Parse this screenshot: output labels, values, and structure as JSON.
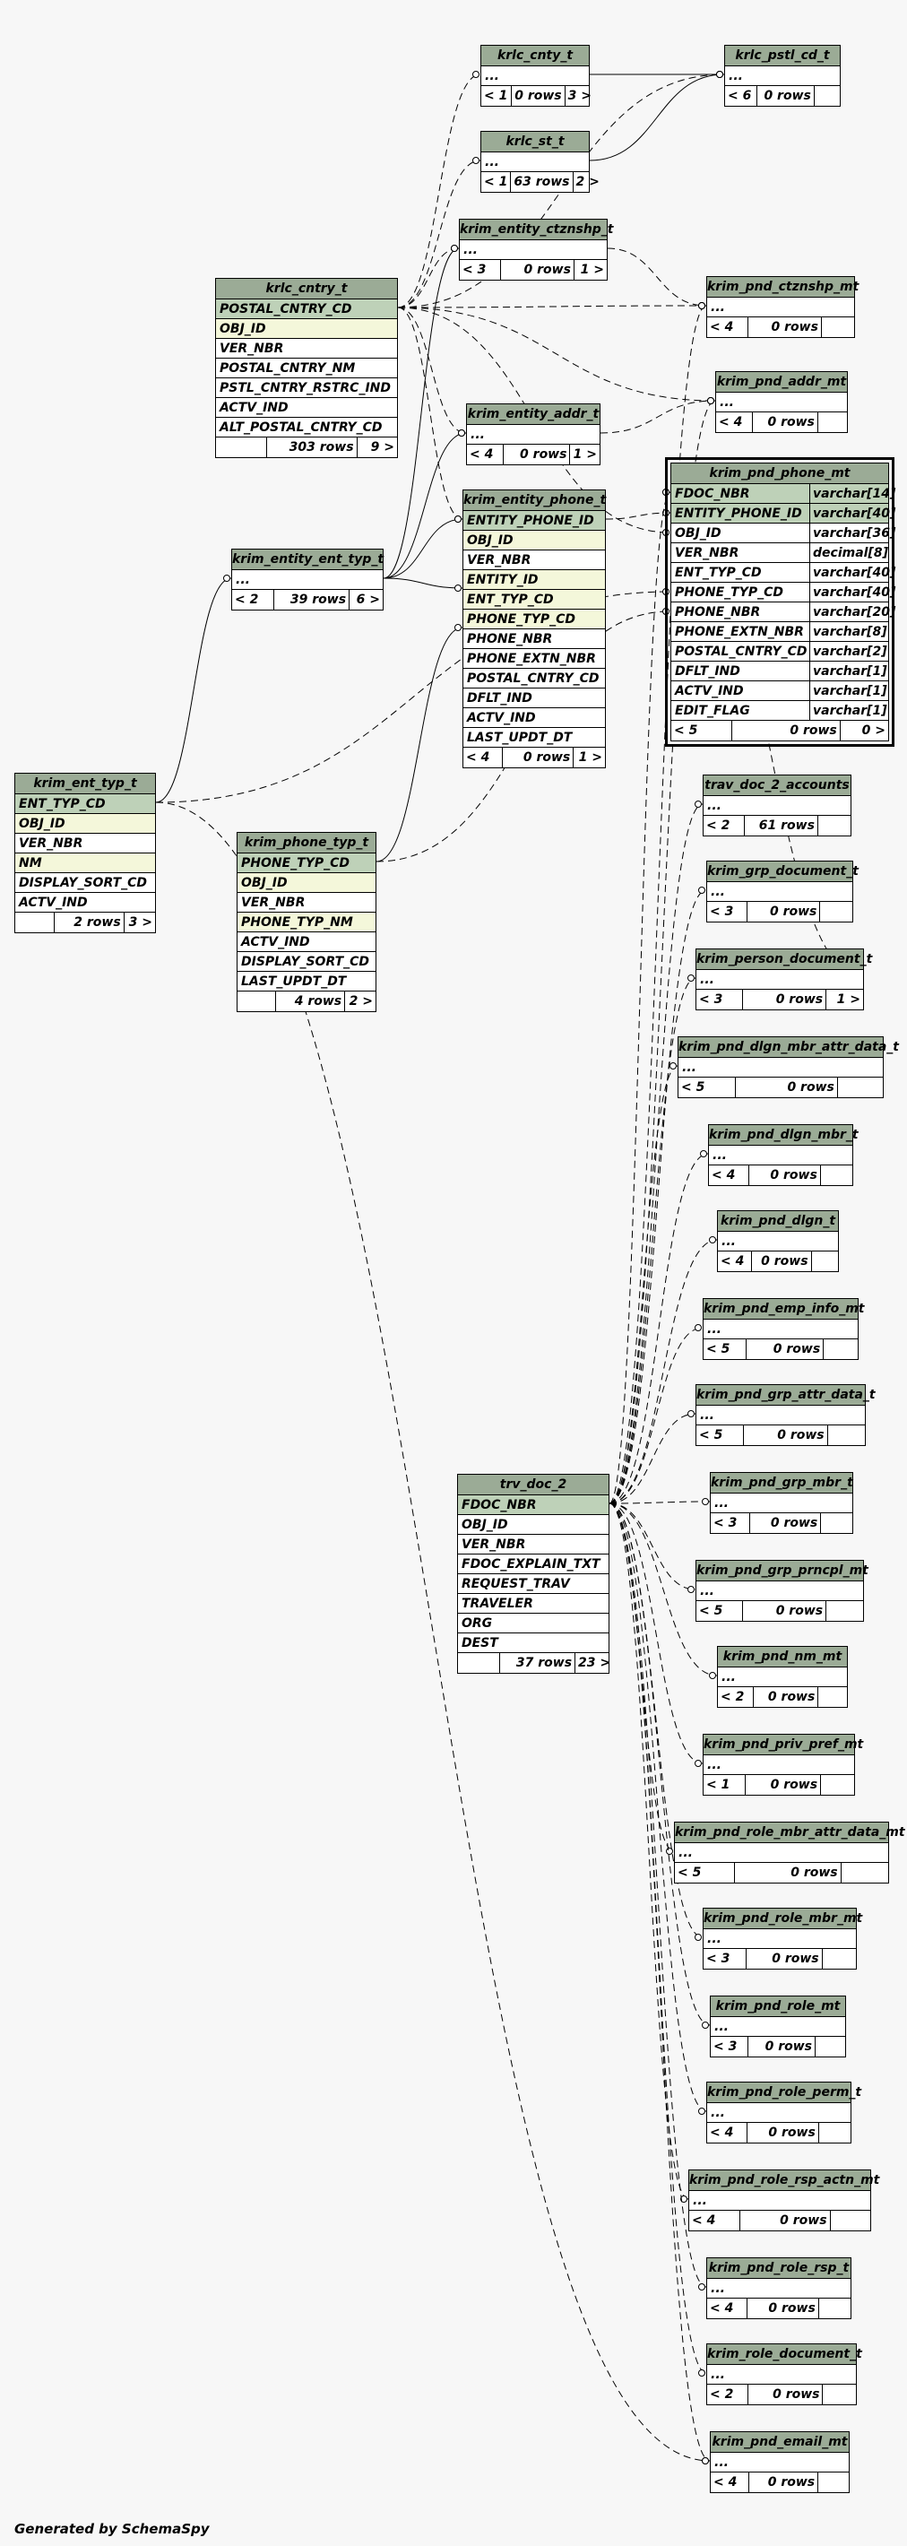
{
  "footer": "Generated by SchemaSpy",
  "tables": [
    {
      "id": "krlc_cnty_t",
      "name": "krlc_cnty_t",
      "columns": [
        {
          "name": "..."
        }
      ],
      "parents": "< 1",
      "rows": "0 rows",
      "children": "3 >"
    },
    {
      "id": "krlc_pstl_cd_t",
      "name": "krlc_pstl_cd_t",
      "columns": [
        {
          "name": "..."
        }
      ],
      "parents": "< 6",
      "rows": "0 rows",
      "children": ""
    },
    {
      "id": "krlc_st_t",
      "name": "krlc_st_t",
      "columns": [
        {
          "name": "..."
        }
      ],
      "parents": "< 1",
      "rows": "63 rows",
      "children": "2 >"
    },
    {
      "id": "krim_entity_ctznshp_t",
      "name": "krim_entity_ctznshp_t",
      "columns": [
        {
          "name": "..."
        }
      ],
      "parents": "< 3",
      "rows": "0 rows",
      "children": "1 >"
    },
    {
      "id": "krlc_cntry_t",
      "name": "krlc_cntry_t",
      "columns": [
        {
          "name": "POSTAL_CNTRY_CD",
          "key": "pk"
        },
        {
          "name": "OBJ_ID",
          "key": "fk"
        },
        {
          "name": "VER_NBR"
        },
        {
          "name": "POSTAL_CNTRY_NM"
        },
        {
          "name": "PSTL_CNTRY_RSTRC_IND"
        },
        {
          "name": "ACTV_IND"
        },
        {
          "name": "ALT_POSTAL_CNTRY_CD"
        }
      ],
      "parents": "",
      "rows": "303 rows",
      "children": "9 >"
    },
    {
      "id": "krim_pnd_ctznshp_mt",
      "name": "krim_pnd_ctznshp_mt",
      "columns": [
        {
          "name": "..."
        }
      ],
      "parents": "< 4",
      "rows": "0 rows",
      "children": ""
    },
    {
      "id": "krim_pnd_addr_mt",
      "name": "krim_pnd_addr_mt",
      "columns": [
        {
          "name": "..."
        }
      ],
      "parents": "< 4",
      "rows": "0 rows",
      "children": ""
    },
    {
      "id": "krim_entity_addr_t",
      "name": "krim_entity_addr_t",
      "columns": [
        {
          "name": "..."
        }
      ],
      "parents": "< 4",
      "rows": "0 rows",
      "children": "1 >"
    },
    {
      "id": "krim_pnd_phone_mt",
      "name": "krim_pnd_phone_mt",
      "columns": [
        {
          "name": "FDOC_NBR",
          "type": "varchar[14]",
          "key": "pk"
        },
        {
          "name": "ENTITY_PHONE_ID",
          "type": "varchar[40]",
          "key": "pk"
        },
        {
          "name": "OBJ_ID",
          "type": "varchar[36]"
        },
        {
          "name": "VER_NBR",
          "type": "decimal[8]"
        },
        {
          "name": "ENT_TYP_CD",
          "type": "varchar[40]"
        },
        {
          "name": "PHONE_TYP_CD",
          "type": "varchar[40]"
        },
        {
          "name": "PHONE_NBR",
          "type": "varchar[20]"
        },
        {
          "name": "PHONE_EXTN_NBR",
          "type": "varchar[8]"
        },
        {
          "name": "POSTAL_CNTRY_CD",
          "type": "varchar[2]"
        },
        {
          "name": "DFLT_IND",
          "type": "varchar[1]"
        },
        {
          "name": "ACTV_IND",
          "type": "varchar[1]"
        },
        {
          "name": "EDIT_FLAG",
          "type": "varchar[1]"
        }
      ],
      "parents": "< 5",
      "rows": "0 rows",
      "children": "0 >"
    },
    {
      "id": "krim_entity_phone_t",
      "name": "krim_entity_phone_t",
      "columns": [
        {
          "name": "ENTITY_PHONE_ID",
          "key": "pk"
        },
        {
          "name": "OBJ_ID",
          "key": "fk"
        },
        {
          "name": "VER_NBR"
        },
        {
          "name": "ENTITY_ID",
          "key": "fk"
        },
        {
          "name": "ENT_TYP_CD",
          "key": "fk"
        },
        {
          "name": "PHONE_TYP_CD",
          "key": "fk"
        },
        {
          "name": "PHONE_NBR"
        },
        {
          "name": "PHONE_EXTN_NBR"
        },
        {
          "name": "POSTAL_CNTRY_CD"
        },
        {
          "name": "DFLT_IND"
        },
        {
          "name": "ACTV_IND"
        },
        {
          "name": "LAST_UPDT_DT"
        }
      ],
      "parents": "< 4",
      "rows": "0 rows",
      "children": "1 >"
    },
    {
      "id": "krim_entity_ent_typ_t",
      "name": "krim_entity_ent_typ_t",
      "columns": [
        {
          "name": "..."
        }
      ],
      "parents": "< 2",
      "rows": "39 rows",
      "children": "6 >"
    },
    {
      "id": "krim_ent_typ_t",
      "name": "krim_ent_typ_t",
      "columns": [
        {
          "name": "ENT_TYP_CD",
          "key": "pk"
        },
        {
          "name": "OBJ_ID",
          "key": "fk"
        },
        {
          "name": "VER_NBR"
        },
        {
          "name": "NM",
          "key": "fk"
        },
        {
          "name": "DISPLAY_SORT_CD"
        },
        {
          "name": "ACTV_IND"
        }
      ],
      "parents": "",
      "rows": "2 rows",
      "children": "3 >"
    },
    {
      "id": "krim_phone_typ_t",
      "name": "krim_phone_typ_t",
      "columns": [
        {
          "name": "PHONE_TYP_CD",
          "key": "pk"
        },
        {
          "name": "OBJ_ID",
          "key": "fk"
        },
        {
          "name": "VER_NBR"
        },
        {
          "name": "PHONE_TYP_NM",
          "key": "fk"
        },
        {
          "name": "ACTV_IND"
        },
        {
          "name": "DISPLAY_SORT_CD"
        },
        {
          "name": "LAST_UPDT_DT"
        }
      ],
      "parents": "",
      "rows": "4 rows",
      "children": "2 >"
    },
    {
      "id": "trav_doc_2_accounts",
      "name": "trav_doc_2_accounts",
      "columns": [
        {
          "name": "..."
        }
      ],
      "parents": "< 2",
      "rows": "61 rows",
      "children": ""
    },
    {
      "id": "krim_grp_document_t",
      "name": "krim_grp_document_t",
      "columns": [
        {
          "name": "..."
        }
      ],
      "parents": "< 3",
      "rows": "0 rows",
      "children": ""
    },
    {
      "id": "krim_person_document_t",
      "name": "krim_person_document_t",
      "columns": [
        {
          "name": "..."
        }
      ],
      "parents": "< 3",
      "rows": "0 rows",
      "children": "1 >"
    },
    {
      "id": "krim_pnd_dlgn_mbr_attr_data_t",
      "name": "krim_pnd_dlgn_mbr_attr_data_t",
      "columns": [
        {
          "name": "..."
        }
      ],
      "parents": "< 5",
      "rows": "0 rows",
      "children": ""
    },
    {
      "id": "krim_pnd_dlgn_mbr_t",
      "name": "krim_pnd_dlgn_mbr_t",
      "columns": [
        {
          "name": "..."
        }
      ],
      "parents": "< 4",
      "rows": "0 rows",
      "children": ""
    },
    {
      "id": "krim_pnd_dlgn_t",
      "name": "krim_pnd_dlgn_t",
      "columns": [
        {
          "name": "..."
        }
      ],
      "parents": "< 4",
      "rows": "0 rows",
      "children": ""
    },
    {
      "id": "krim_pnd_emp_info_mt",
      "name": "krim_pnd_emp_info_mt",
      "columns": [
        {
          "name": "..."
        }
      ],
      "parents": "< 5",
      "rows": "0 rows",
      "children": ""
    },
    {
      "id": "krim_pnd_grp_attr_data_t",
      "name": "krim_pnd_grp_attr_data_t",
      "columns": [
        {
          "name": "..."
        }
      ],
      "parents": "< 5",
      "rows": "0 rows",
      "children": ""
    },
    {
      "id": "trv_doc_2",
      "name": "trv_doc_2",
      "columns": [
        {
          "name": "FDOC_NBR",
          "key": "pk"
        },
        {
          "name": "OBJ_ID"
        },
        {
          "name": "VER_NBR"
        },
        {
          "name": "FDOC_EXPLAIN_TXT"
        },
        {
          "name": "REQUEST_TRAV"
        },
        {
          "name": "TRAVELER"
        },
        {
          "name": "ORG"
        },
        {
          "name": "DEST"
        }
      ],
      "parents": "",
      "rows": "37 rows",
      "children": "23 >"
    },
    {
      "id": "krim_pnd_grp_mbr_t",
      "name": "krim_pnd_grp_mbr_t",
      "columns": [
        {
          "name": "..."
        }
      ],
      "parents": "< 3",
      "rows": "0 rows",
      "children": ""
    },
    {
      "id": "krim_pnd_grp_prncpl_mt",
      "name": "krim_pnd_grp_prncpl_mt",
      "columns": [
        {
          "name": "..."
        }
      ],
      "parents": "< 5",
      "rows": "0 rows",
      "children": ""
    },
    {
      "id": "krim_pnd_nm_mt",
      "name": "krim_pnd_nm_mt",
      "columns": [
        {
          "name": "..."
        }
      ],
      "parents": "< 2",
      "rows": "0 rows",
      "children": ""
    },
    {
      "id": "krim_pnd_priv_pref_mt",
      "name": "krim_pnd_priv_pref_mt",
      "columns": [
        {
          "name": "..."
        }
      ],
      "parents": "< 1",
      "rows": "0 rows",
      "children": ""
    },
    {
      "id": "krim_pnd_role_mbr_attr_data_mt",
      "name": "krim_pnd_role_mbr_attr_data_mt",
      "columns": [
        {
          "name": "..."
        }
      ],
      "parents": "< 5",
      "rows": "0 rows",
      "children": ""
    },
    {
      "id": "krim_pnd_role_mbr_mt",
      "name": "krim_pnd_role_mbr_mt",
      "columns": [
        {
          "name": "..."
        }
      ],
      "parents": "< 3",
      "rows": "0 rows",
      "children": ""
    },
    {
      "id": "krim_pnd_role_mt",
      "name": "krim_pnd_role_mt",
      "columns": [
        {
          "name": "..."
        }
      ],
      "parents": "< 3",
      "rows": "0 rows",
      "children": ""
    },
    {
      "id": "krim_pnd_role_perm_t",
      "name": "krim_pnd_role_perm_t",
      "columns": [
        {
          "name": "..."
        }
      ],
      "parents": "< 4",
      "rows": "0 rows",
      "children": ""
    },
    {
      "id": "krim_pnd_role_rsp_actn_mt",
      "name": "krim_pnd_role_rsp_actn_mt",
      "columns": [
        {
          "name": "..."
        }
      ],
      "parents": "< 4",
      "rows": "0 rows",
      "children": ""
    },
    {
      "id": "krim_pnd_role_rsp_t",
      "name": "krim_pnd_role_rsp_t",
      "columns": [
        {
          "name": "..."
        }
      ],
      "parents": "< 4",
      "rows": "0 rows",
      "children": ""
    },
    {
      "id": "krim_role_document_t",
      "name": "krim_role_document_t",
      "columns": [
        {
          "name": "..."
        }
      ],
      "parents": "< 2",
      "rows": "0 rows",
      "children": ""
    },
    {
      "id": "krim_pnd_email_mt",
      "name": "krim_pnd_email_mt",
      "columns": [
        {
          "name": "..."
        }
      ],
      "parents": "< 4",
      "rows": "0 rows",
      "children": ""
    }
  ]
}
